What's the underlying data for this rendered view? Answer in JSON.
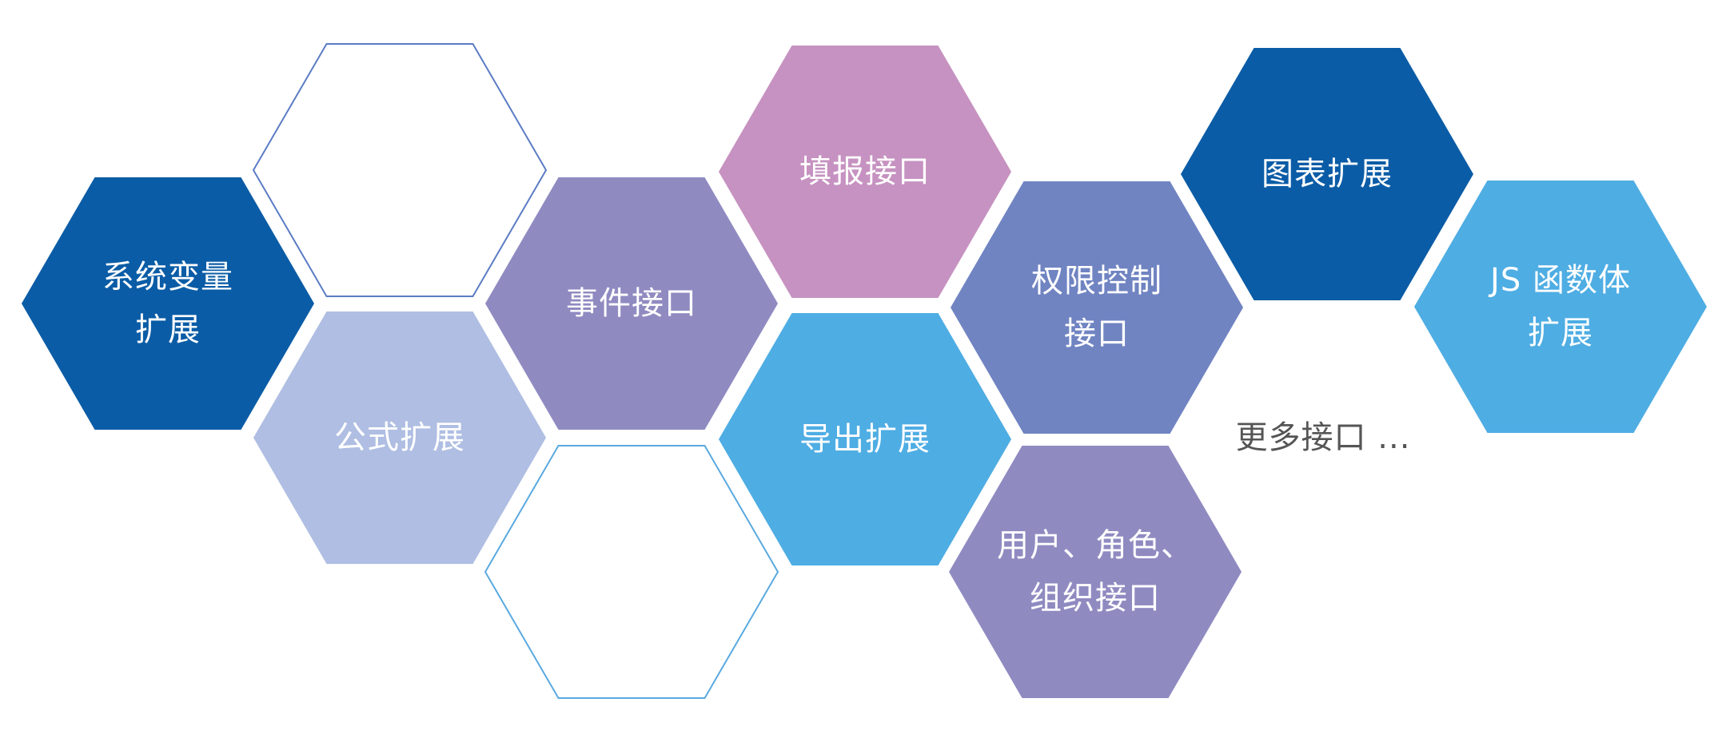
{
  "colors": {
    "dark_blue": "#0b5ca6",
    "light_periwinkle": "#afbee2",
    "lavender": "#8f8bc1",
    "pink_mauve": "#c692c1",
    "sky_blue": "#4eade3",
    "slate_blue": "#7084c2",
    "outline_blue": "#5b7cc4",
    "outline_sky": "#5aa9df",
    "more_text": "#555555"
  },
  "hexagons": [
    {
      "id": "system-variable-extension",
      "label": "系统变量\n扩展",
      "fill": "dark_blue"
    },
    {
      "id": "empty-outline-top",
      "label": "",
      "fill": "none",
      "stroke": "outline_blue"
    },
    {
      "id": "formula-extension",
      "label": "公式扩展",
      "fill": "light_periwinkle"
    },
    {
      "id": "event-interface",
      "label": "事件接口",
      "fill": "lavender"
    },
    {
      "id": "empty-outline-bottom",
      "label": "",
      "fill": "none",
      "stroke": "outline_sky"
    },
    {
      "id": "fill-report-interface",
      "label": "填报接口",
      "fill": "pink_mauve"
    },
    {
      "id": "export-extension",
      "label": "导出扩展",
      "fill": "sky_blue"
    },
    {
      "id": "permission-control-interface",
      "label": "权限控制\n接口",
      "fill": "slate_blue"
    },
    {
      "id": "user-role-org-interface",
      "label": "用户、角色、\n组织接口",
      "fill": "lavender"
    },
    {
      "id": "chart-extension",
      "label": "图表扩展",
      "fill": "dark_blue"
    },
    {
      "id": "js-function-extension",
      "label": "JS 函数体\n扩展",
      "fill": "sky_blue"
    }
  ],
  "more_label": "更多接口 ..."
}
